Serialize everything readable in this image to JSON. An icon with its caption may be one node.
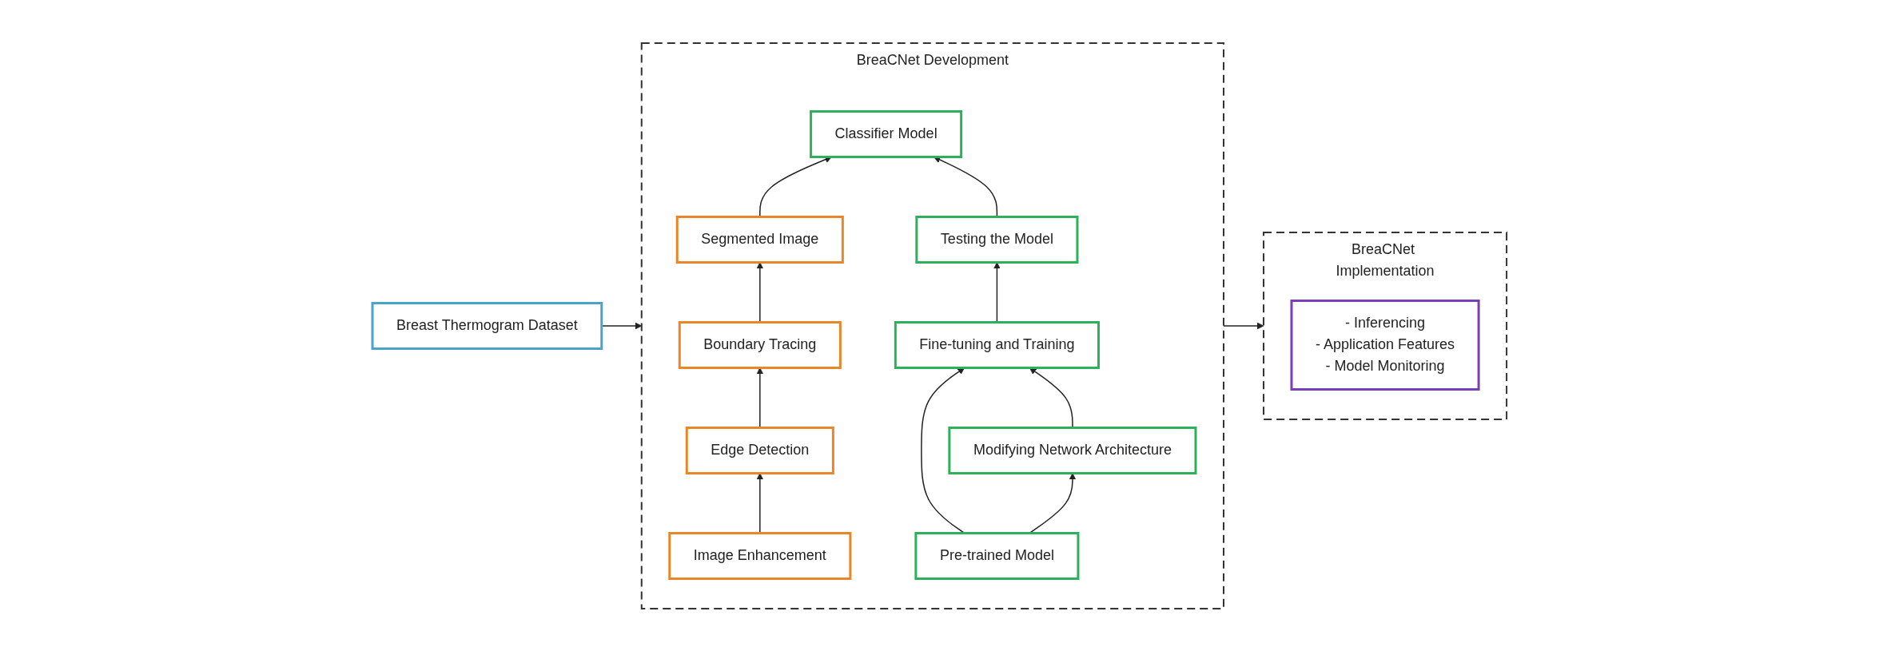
{
  "diagram": {
    "nodes": [
      {
        "text": [
          "Breast Thermogram Dataset"
        ]
      },
      {
        "text": [
          "BreaCNet Development"
        ]
      },
      {
        "text": [
          "Segmented Image"
        ],
        "in": 1
      },
      {
        "text": [
          "Boundary Tracing"
        ],
        "in": 1
      },
      {
        "text": [
          "Edge Detection"
        ],
        "in": 1
      },
      {
        "text": [
          "Image Enhancement"
        ],
        "in": 1
      },
      {
        "text": [
          "Classifier Model"
        ],
        "in": 1
      },
      {
        "text": [
          "Testing the Model"
        ],
        "in": 1
      },
      {
        "text": [
          "Modifying Network Architecture"
        ],
        "in": 1
      },
      {
        "text": [
          "Fine-tuning and Training"
        ],
        "in": 1
      },
      {
        "text": [
          "Pre-trained Model"
        ],
        "in": 1
      },
      {
        "text": [
          "BreaCNet Implementation"
        ]
      },
      {
        "text": [
          "- Inferencing",
          "- Application Features",
          "- Model Monitoring"
        ],
        "in": 11
      }
    ],
    "edges": [
      {
        "from": 0,
        "to": 1,
        "arrow": "to"
      },
      {
        "from": 2,
        "to": 6,
        "arrow": "to"
      },
      {
        "from": 5,
        "to": 4,
        "arrow": "to"
      },
      {
        "from": 4,
        "to": 3,
        "arrow": "to"
      },
      {
        "from": 3,
        "to": 2,
        "arrow": "to"
      },
      {
        "from": 10,
        "to": 8,
        "arrow": "to"
      },
      {
        "from": 10,
        "to": 9,
        "arrow": "to"
      },
      {
        "from": 8,
        "to": 9,
        "arrow": "to"
      },
      {
        "from": 9,
        "to": 7,
        "arrow": "to"
      },
      {
        "from": 7,
        "to": 6,
        "arrow": "to"
      },
      {
        "from": 1,
        "to": 11,
        "arrow": "to"
      }
    ]
  }
}
